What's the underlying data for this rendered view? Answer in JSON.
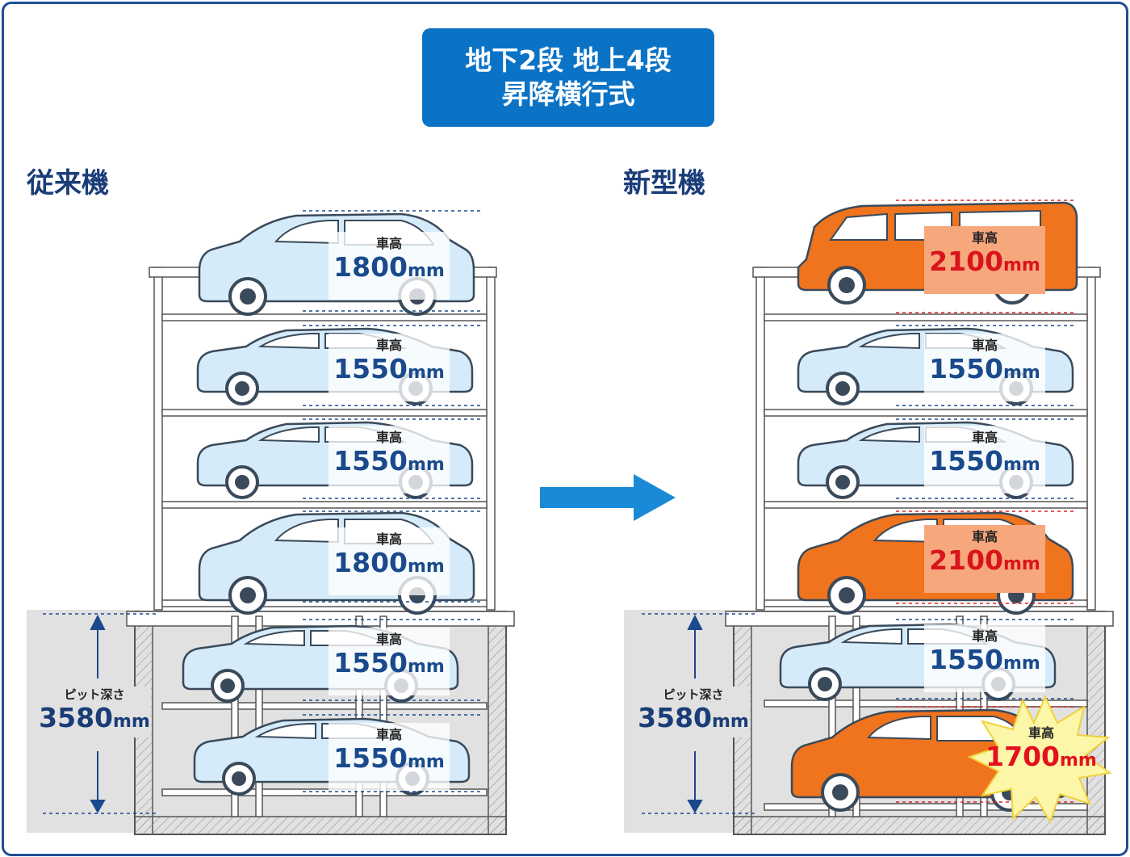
{
  "header": {
    "line1": "地下2段 地上4段",
    "line2": "昇降横行式"
  },
  "left": {
    "label": "従来機",
    "pit_caption": "ピット深さ",
    "pit_value": "3580",
    "pit_unit": "mm",
    "levels": [
      {
        "caption": "車高",
        "value": "1800",
        "unit": "mm"
      },
      {
        "caption": "車高",
        "value": "1550",
        "unit": "mm"
      },
      {
        "caption": "車高",
        "value": "1550",
        "unit": "mm"
      },
      {
        "caption": "車高",
        "value": "1800",
        "unit": "mm"
      },
      {
        "caption": "車高",
        "value": "1550",
        "unit": "mm"
      },
      {
        "caption": "車高",
        "value": "1550",
        "unit": "mm"
      }
    ]
  },
  "right": {
    "label": "新型機",
    "pit_caption": "ピット深さ",
    "pit_value": "3580",
    "pit_unit": "mm",
    "levels": [
      {
        "caption": "車高",
        "value": "2100",
        "unit": "mm"
      },
      {
        "caption": "車高",
        "value": "1550",
        "unit": "mm"
      },
      {
        "caption": "車高",
        "value": "1550",
        "unit": "mm"
      },
      {
        "caption": "車高",
        "value": "2100",
        "unit": "mm"
      },
      {
        "caption": "車高",
        "value": "1550",
        "unit": "mm"
      },
      {
        "caption": "車高",
        "value": "1700",
        "unit": "mm"
      }
    ]
  },
  "colors": {
    "title_bg": "#0b73c6",
    "border": "#1e4f93",
    "car_blue": "#d6ebf9",
    "car_orange": "#f0731e",
    "arrow": "#1b8ad6",
    "pit": "#e1e1e1"
  }
}
